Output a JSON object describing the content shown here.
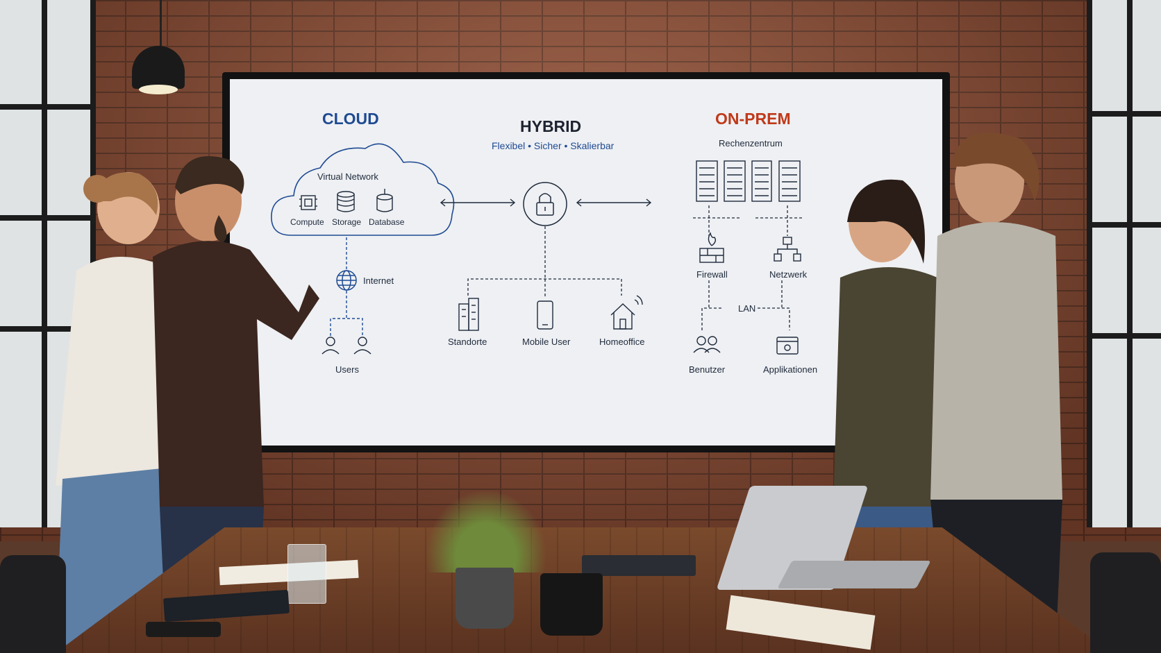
{
  "diagram": {
    "cloud": {
      "title": "CLOUD",
      "network_label": "Virtual Network",
      "services": [
        "Compute",
        "Storage",
        "Database"
      ],
      "internet_label": "Internet",
      "users_label": "Users"
    },
    "hybrid": {
      "title": "HYBRID",
      "tagline": "Flexibel • Sicher • Skalierbar",
      "endpoints": [
        "Standorte",
        "Mobile User",
        "Homeoffice"
      ]
    },
    "onprem": {
      "title": "ON-PREM",
      "datacenter_label": "Rechenzentrum",
      "firewall_label": "Firewall",
      "network_label": "Netzwerk",
      "lan_label": "LAN",
      "users_label": "Benutzer",
      "apps_label": "Applikationen"
    }
  },
  "colors": {
    "cloud_blue": "#1f4a93",
    "onprem_red": "#c0391a",
    "line_dark": "#1f2a3c"
  },
  "icons": [
    "cloud-icon",
    "cpu-icon",
    "storage-icon",
    "database-icon",
    "globe-icon",
    "user-icon",
    "lock-icon",
    "building-icon",
    "phone-icon",
    "house-icon",
    "server-rack-icon",
    "firewall-icon",
    "network-icon",
    "users-icon",
    "app-window-icon"
  ]
}
